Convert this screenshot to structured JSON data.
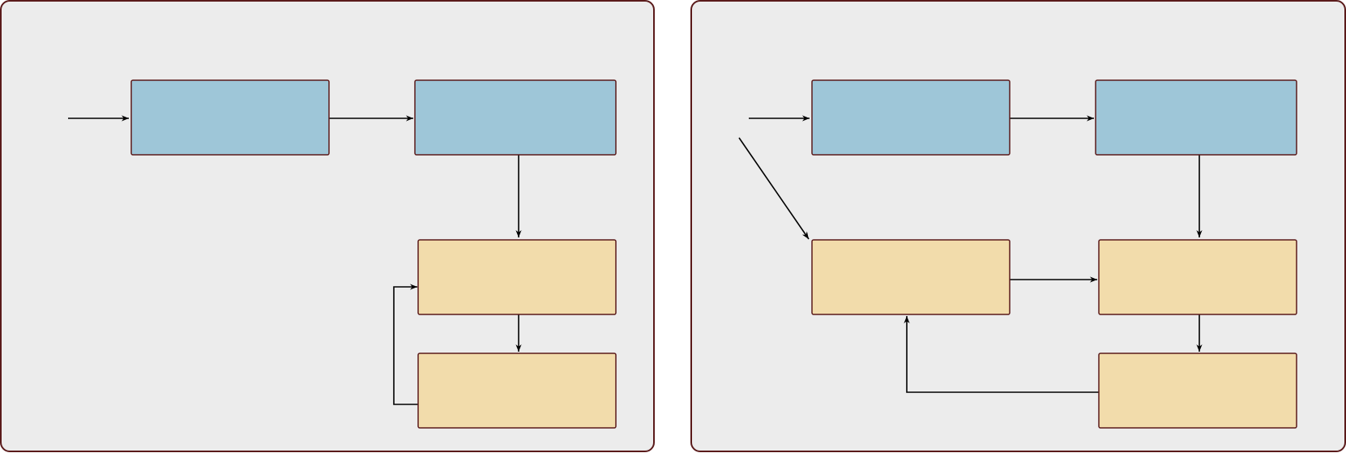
{
  "colors": {
    "panel_fill": "#ececec",
    "panel_stroke": "#5a1a1a",
    "process_fill": "#9ec6d8",
    "storage_fill": "#f2dcab",
    "box_stroke": "#5a1a1a",
    "edge_color": "#000000"
  },
  "diagrams": [
    {
      "name": "left-diagram",
      "nodes": [
        {
          "id": "l1",
          "kind": "process",
          "label": ""
        },
        {
          "id": "l2",
          "kind": "process",
          "label": ""
        },
        {
          "id": "l3",
          "kind": "storage",
          "label": ""
        },
        {
          "id": "l4",
          "kind": "storage",
          "label": ""
        }
      ],
      "edges": [
        {
          "from": "input",
          "to": "l1"
        },
        {
          "from": "l1",
          "to": "l2"
        },
        {
          "from": "l2",
          "to": "l3"
        },
        {
          "from": "l3",
          "to": "l4"
        },
        {
          "from": "l4",
          "to": "l3"
        }
      ]
    },
    {
      "name": "right-diagram",
      "nodes": [
        {
          "id": "r1",
          "kind": "process",
          "label": ""
        },
        {
          "id": "r2",
          "kind": "process",
          "label": ""
        },
        {
          "id": "r3",
          "kind": "storage",
          "label": ""
        },
        {
          "id": "r4",
          "kind": "storage",
          "label": ""
        },
        {
          "id": "r5",
          "kind": "storage",
          "label": ""
        }
      ],
      "edges": [
        {
          "from": "input",
          "to": "r1"
        },
        {
          "from": "input-2",
          "to": "r3"
        },
        {
          "from": "r1",
          "to": "r2"
        },
        {
          "from": "r2",
          "to": "r4"
        },
        {
          "from": "r3",
          "to": "r4"
        },
        {
          "from": "r4",
          "to": "r5"
        },
        {
          "from": "r5",
          "to": "r3"
        }
      ]
    }
  ]
}
